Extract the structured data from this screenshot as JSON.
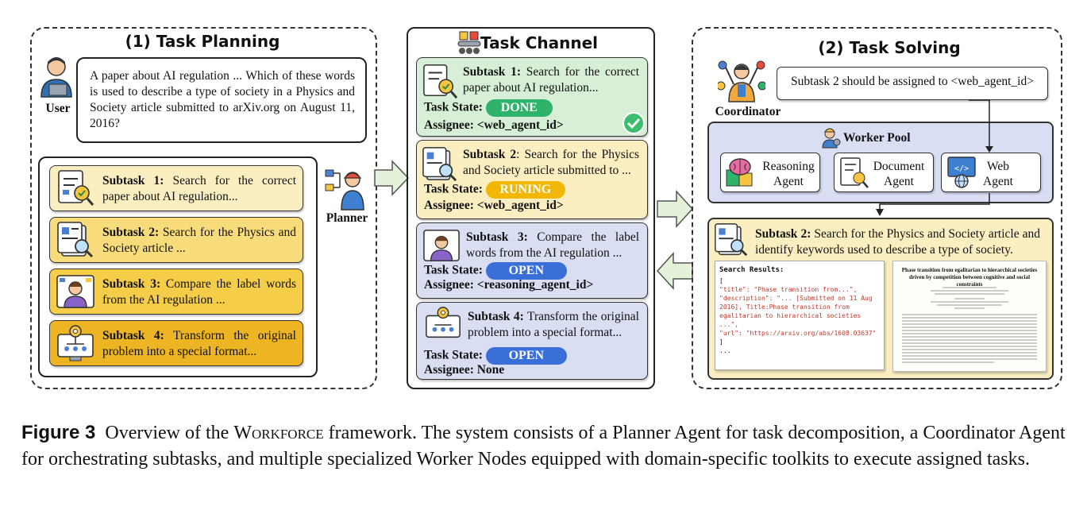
{
  "planning": {
    "title": "(1) Task Planning",
    "user_label": "User",
    "planner_label": "Planner",
    "question": "A paper about AI regulation ... Which of these words is used to describe a type of society in a Physics and Society article submitted to arXiv.org on August 11, 2016?",
    "subtasks": [
      {
        "label": "Subtask 1:",
        "text": "Search for the correct paper about AI regulation..."
      },
      {
        "label": "Subtask 2:",
        "text": "Search for the Physics and Society article ..."
      },
      {
        "label": "Subtask 3:",
        "text": "Compare the label words from the AI regulation ..."
      },
      {
        "label": "Subtask 4:",
        "text": "Transform the original problem into a special format..."
      }
    ]
  },
  "channel": {
    "title": "Task Channel",
    "state_label": "Task State:",
    "assignee_label": "Assignee:",
    "cards": [
      {
        "label": "Subtask 1:",
        "text": "Search for the correct paper about AI regulation...",
        "state": "DONE",
        "assignee": "<web_agent_id>"
      },
      {
        "label": "Subtask 2",
        "text": ": Search for the Physics and Society article submitted to ...",
        "state": "RUNING",
        "assignee": "<web_agent_id>"
      },
      {
        "label": "Subtask 3:",
        "text": "Compare the label words from the AI regulation ...",
        "state": "OPEN",
        "assignee": "<reasoning_agent_id>"
      },
      {
        "label": "Subtask 4:",
        "text": "Transform the original problem into a special format...",
        "state": "OPEN",
        "assignee": "None"
      }
    ]
  },
  "solving": {
    "title": "(2) Task Solving",
    "coordinator_label": "Coordinator",
    "assignment": "Subtask 2 should be assigned to <web_agent_id>",
    "worker_pool_title": "Worker Pool",
    "workers": [
      "Reasoning Agent",
      "Document Agent",
      "Web Agent"
    ],
    "result_label": "Subtask 2:",
    "result_text": "Search for the Physics and Society article and identify keywords used to describe a type of society.",
    "search_results_title": "Search Results:",
    "search_lines": [
      "[",
      "\"title\": \"Phase transition from...\",",
      "\"description\": \"... [Submitted on 11 Aug 2016], Title:Phase transition from egalitarian to hierarchical societies ...\",",
      "\"url\": \"https://arxiv.org/abs/1608.03637\"",
      "]",
      "..."
    ],
    "paper_title": "Phase transition from egalitarian to hierarchical societies driven by competition between cognitive and social constraints"
  },
  "caption": {
    "fig_label": "Figure 3",
    "text_before": "Overview of the ",
    "framework": "Workforce",
    "text_after": " framework. The system consists of a Planner Agent for task decomposition, a Coordinator Agent for orchestrating subtasks, and multiple specialized Worker Nodes equipped with domain-specific toolkits to execute assigned tasks."
  },
  "colors": {
    "done": "#2fb36a",
    "running": "#f2b705",
    "open": "#3a6fd8",
    "card_green": "#d7efd6",
    "card_yellow": "#fbefc2",
    "card_blue": "#d9def3",
    "arrow_fill": "#e3f2d9"
  }
}
